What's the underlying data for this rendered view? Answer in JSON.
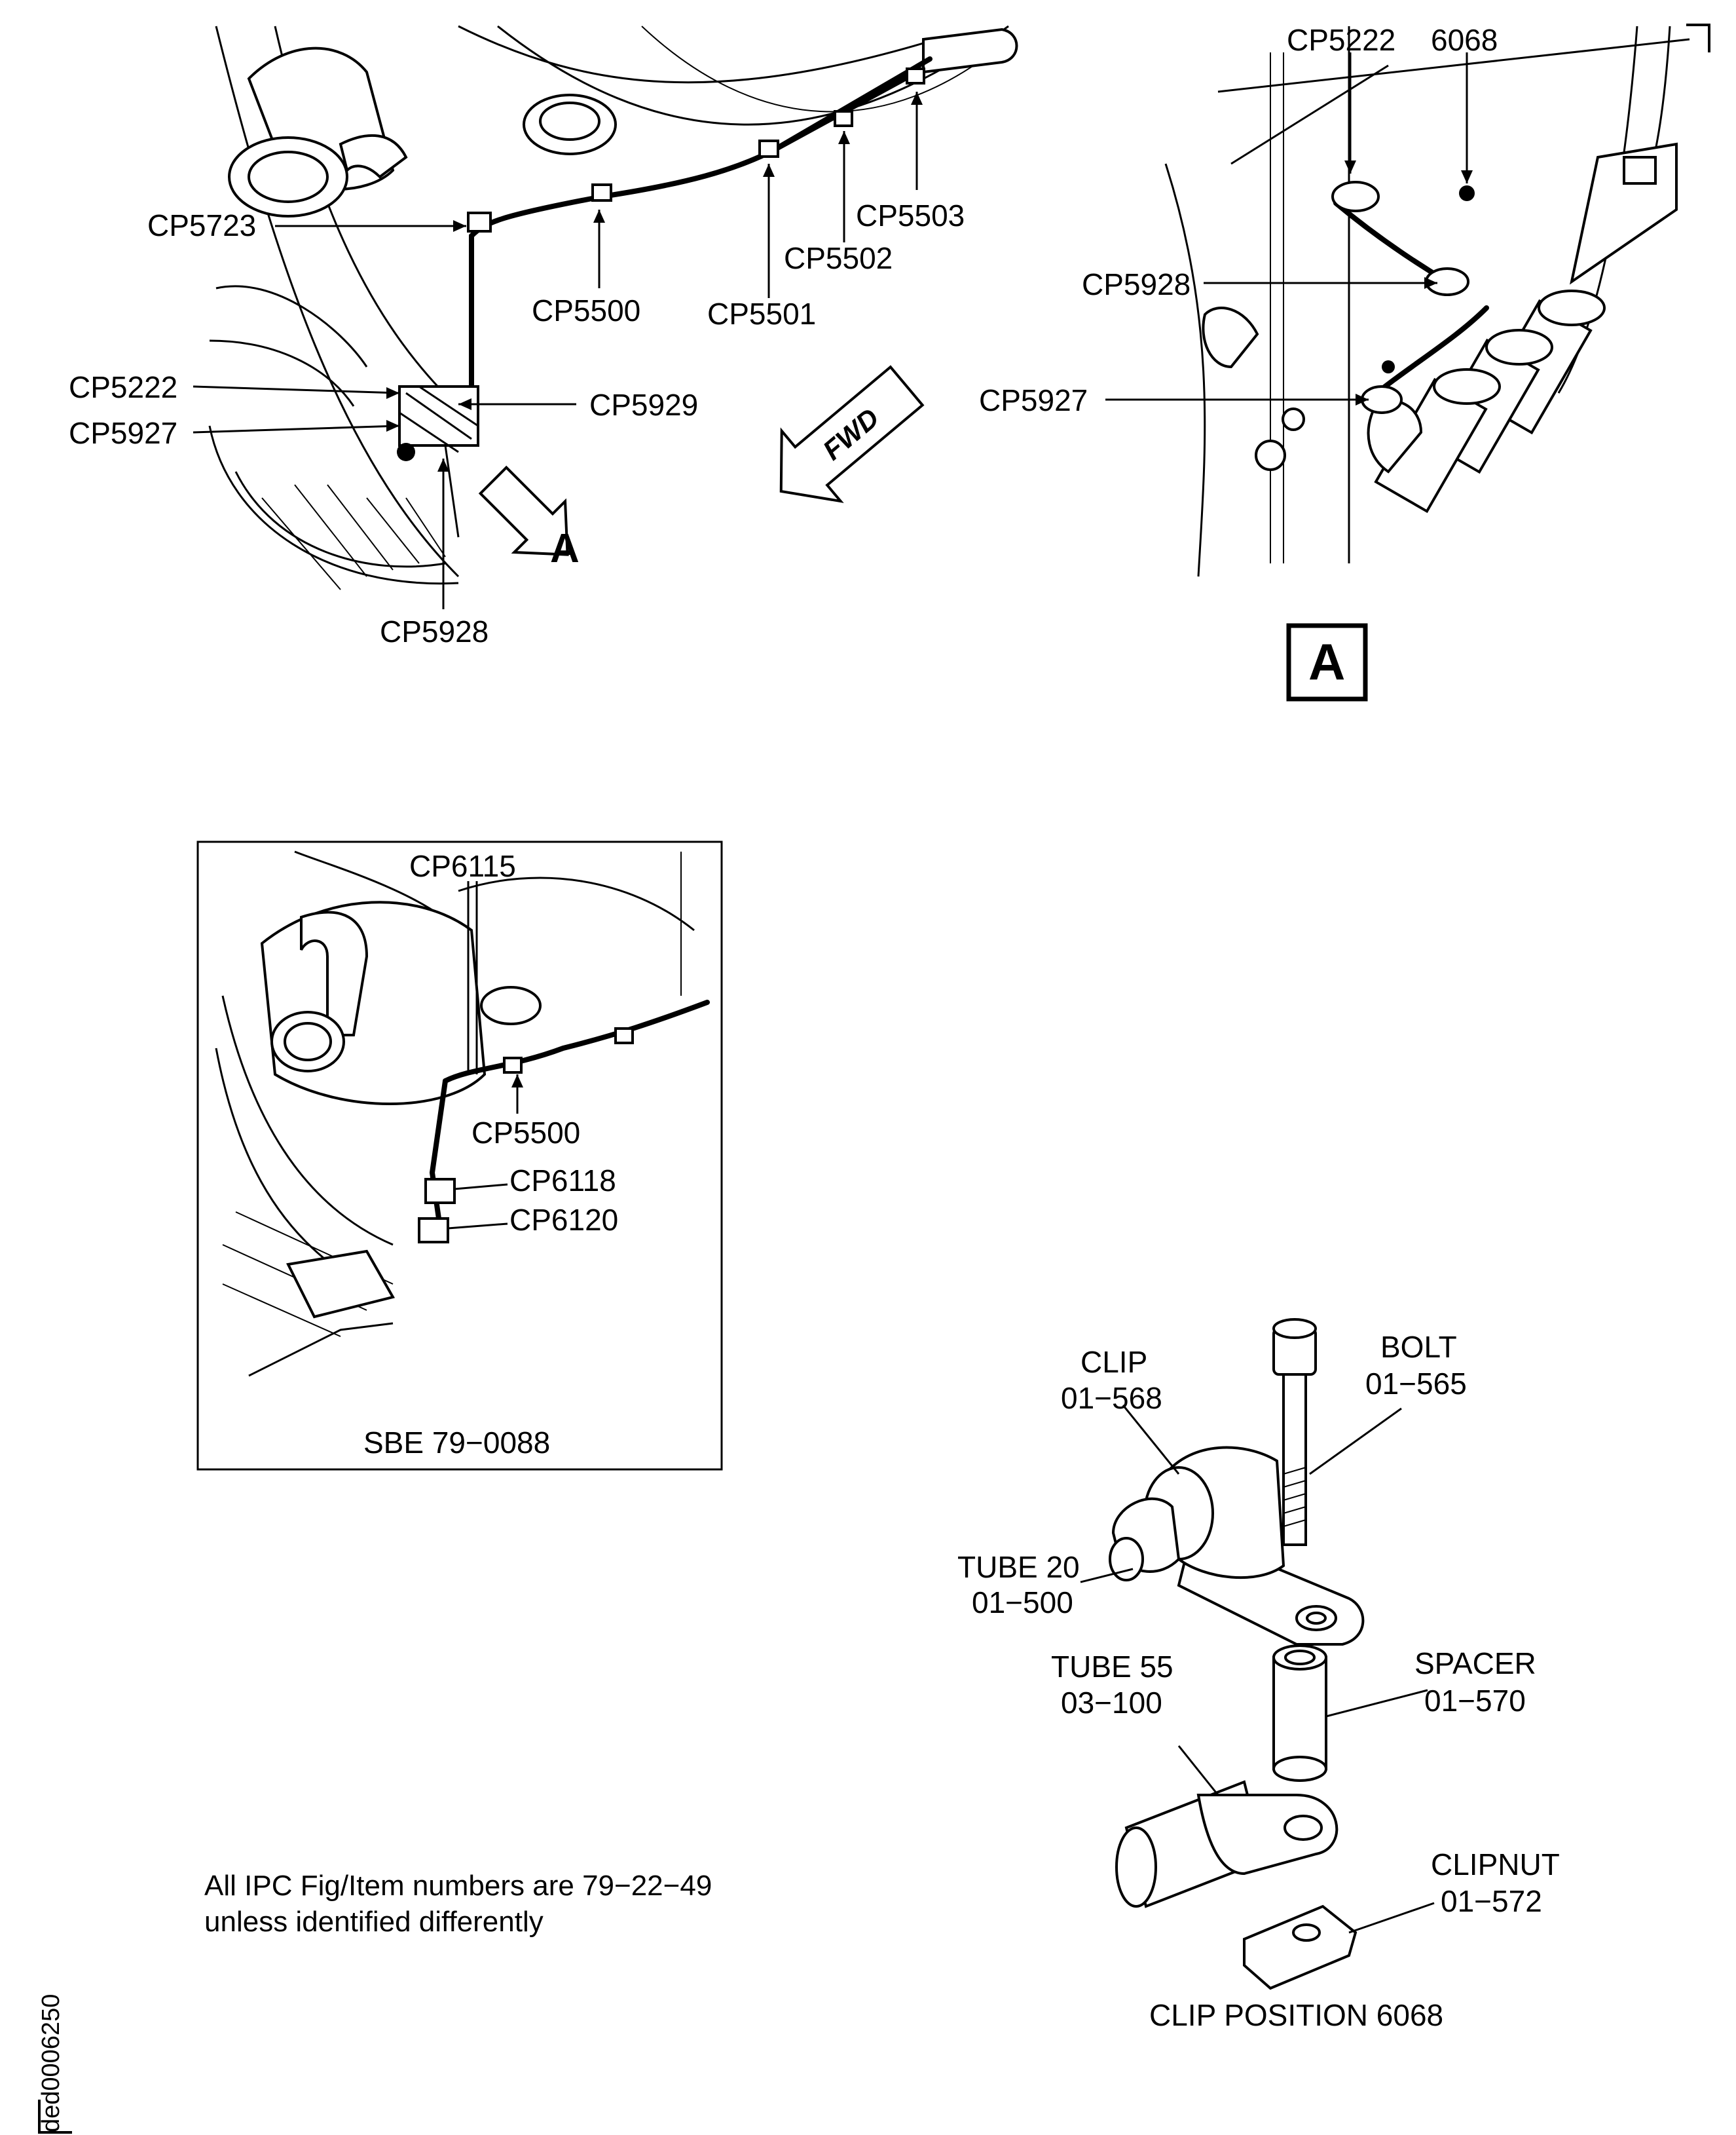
{
  "main_view": {
    "callouts": {
      "cp5723": "CP5723",
      "cp5500": "CP5500",
      "cp5501": "CP5501",
      "cp5502": "CP5502",
      "cp5503": "CP5503",
      "cp5222": "CP5222",
      "cp5927": "CP5927",
      "cp5929": "CP5929",
      "cp5928": "CP5928"
    },
    "fwd_arrow": "FWD",
    "view_arrow_label": "A"
  },
  "detail_a": {
    "callouts": {
      "cp5222": "CP5222",
      "pos6068": "6068",
      "cp5928": "CP5928",
      "cp5927": "CP5927"
    },
    "view_label": "A"
  },
  "sbe_inset": {
    "callouts": {
      "cp6115": "CP6115",
      "cp5500": "CP5500",
      "cp6118": "CP6118",
      "cp6120": "CP6120"
    },
    "caption": "SBE 79−0088"
  },
  "clip_detail": {
    "clip": [
      "CLIP",
      "01−568"
    ],
    "bolt": [
      "BOLT",
      "01−565"
    ],
    "tube20": [
      "TUBE 20",
      "01−500"
    ],
    "tube55": [
      "TUBE 55",
      "03−100"
    ],
    "spacer": [
      "SPACER",
      "01−570"
    ],
    "clipnut": [
      "CLIPNUT",
      "01−572"
    ],
    "caption": "CLIP POSITION 6068"
  },
  "note": {
    "line1": "All IPC Fig/Item numbers are 79−22−49",
    "line2": "unless identified differently"
  },
  "figure_id": "ded0006250"
}
